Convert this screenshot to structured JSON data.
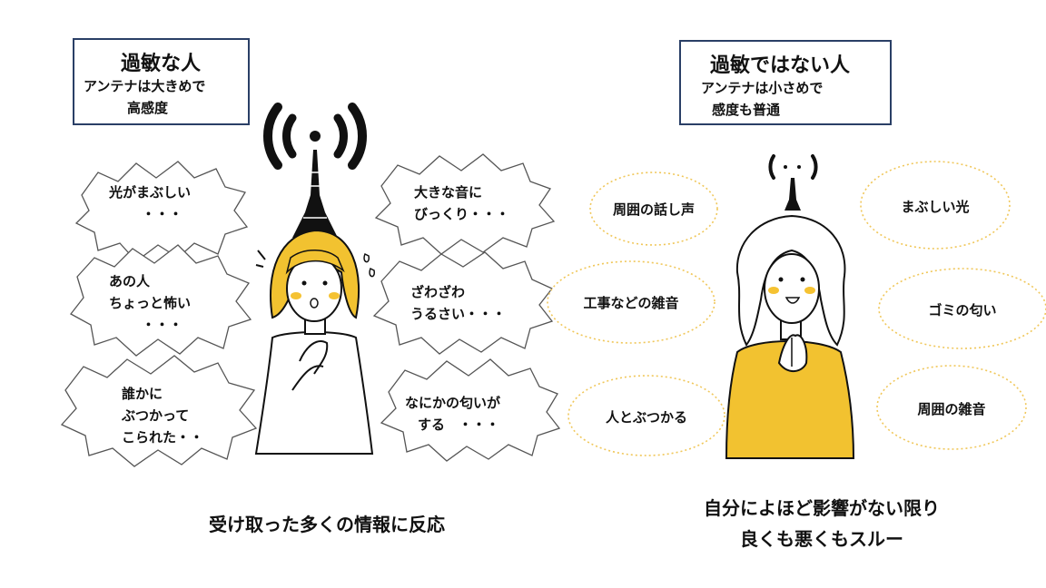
{
  "left_panel": {
    "title": "過敏な人",
    "subtitle_line1": "アンテナは大きめで",
    "subtitle_line2": "高感度",
    "bubbles": [
      {
        "line1": "光がまぶしい",
        "line2": "・・・"
      },
      {
        "line1": "あの人",
        "line2": "ちょっと怖い",
        "line3": "・・・"
      },
      {
        "line1": "誰かに",
        "line2": "ぶつかって",
        "line3": "こられた・・"
      },
      {
        "line1": "大きな音に",
        "line2": "びっくり・・・"
      },
      {
        "line1": "ざわざわ",
        "line2": "うるさい・・・"
      },
      {
        "line1": "なにかの匂いが",
        "line2": "する　・・・"
      }
    ],
    "caption": "受け取った多くの情報に反応"
  },
  "right_panel": {
    "title": "過敏ではない人",
    "subtitle_line1": "アンテナは小さめで",
    "subtitle_line2": "感度も普通",
    "ovals": [
      {
        "text": "周囲の話し声"
      },
      {
        "text": "工事などの雑音"
      },
      {
        "text": "人とぶつかる"
      },
      {
        "text": "まぶしい光"
      },
      {
        "text": "ゴミの匂い"
      },
      {
        "text": "周囲の雑音"
      }
    ],
    "caption_line1": "自分によほど影響がない限り",
    "caption_line2": "良くも悪くもスルー"
  },
  "colors": {
    "frame_border": "#2a3f66",
    "hair_yellow": "#f2c230",
    "cheek": "#f5c232",
    "oval_border": "#f0c75a"
  }
}
